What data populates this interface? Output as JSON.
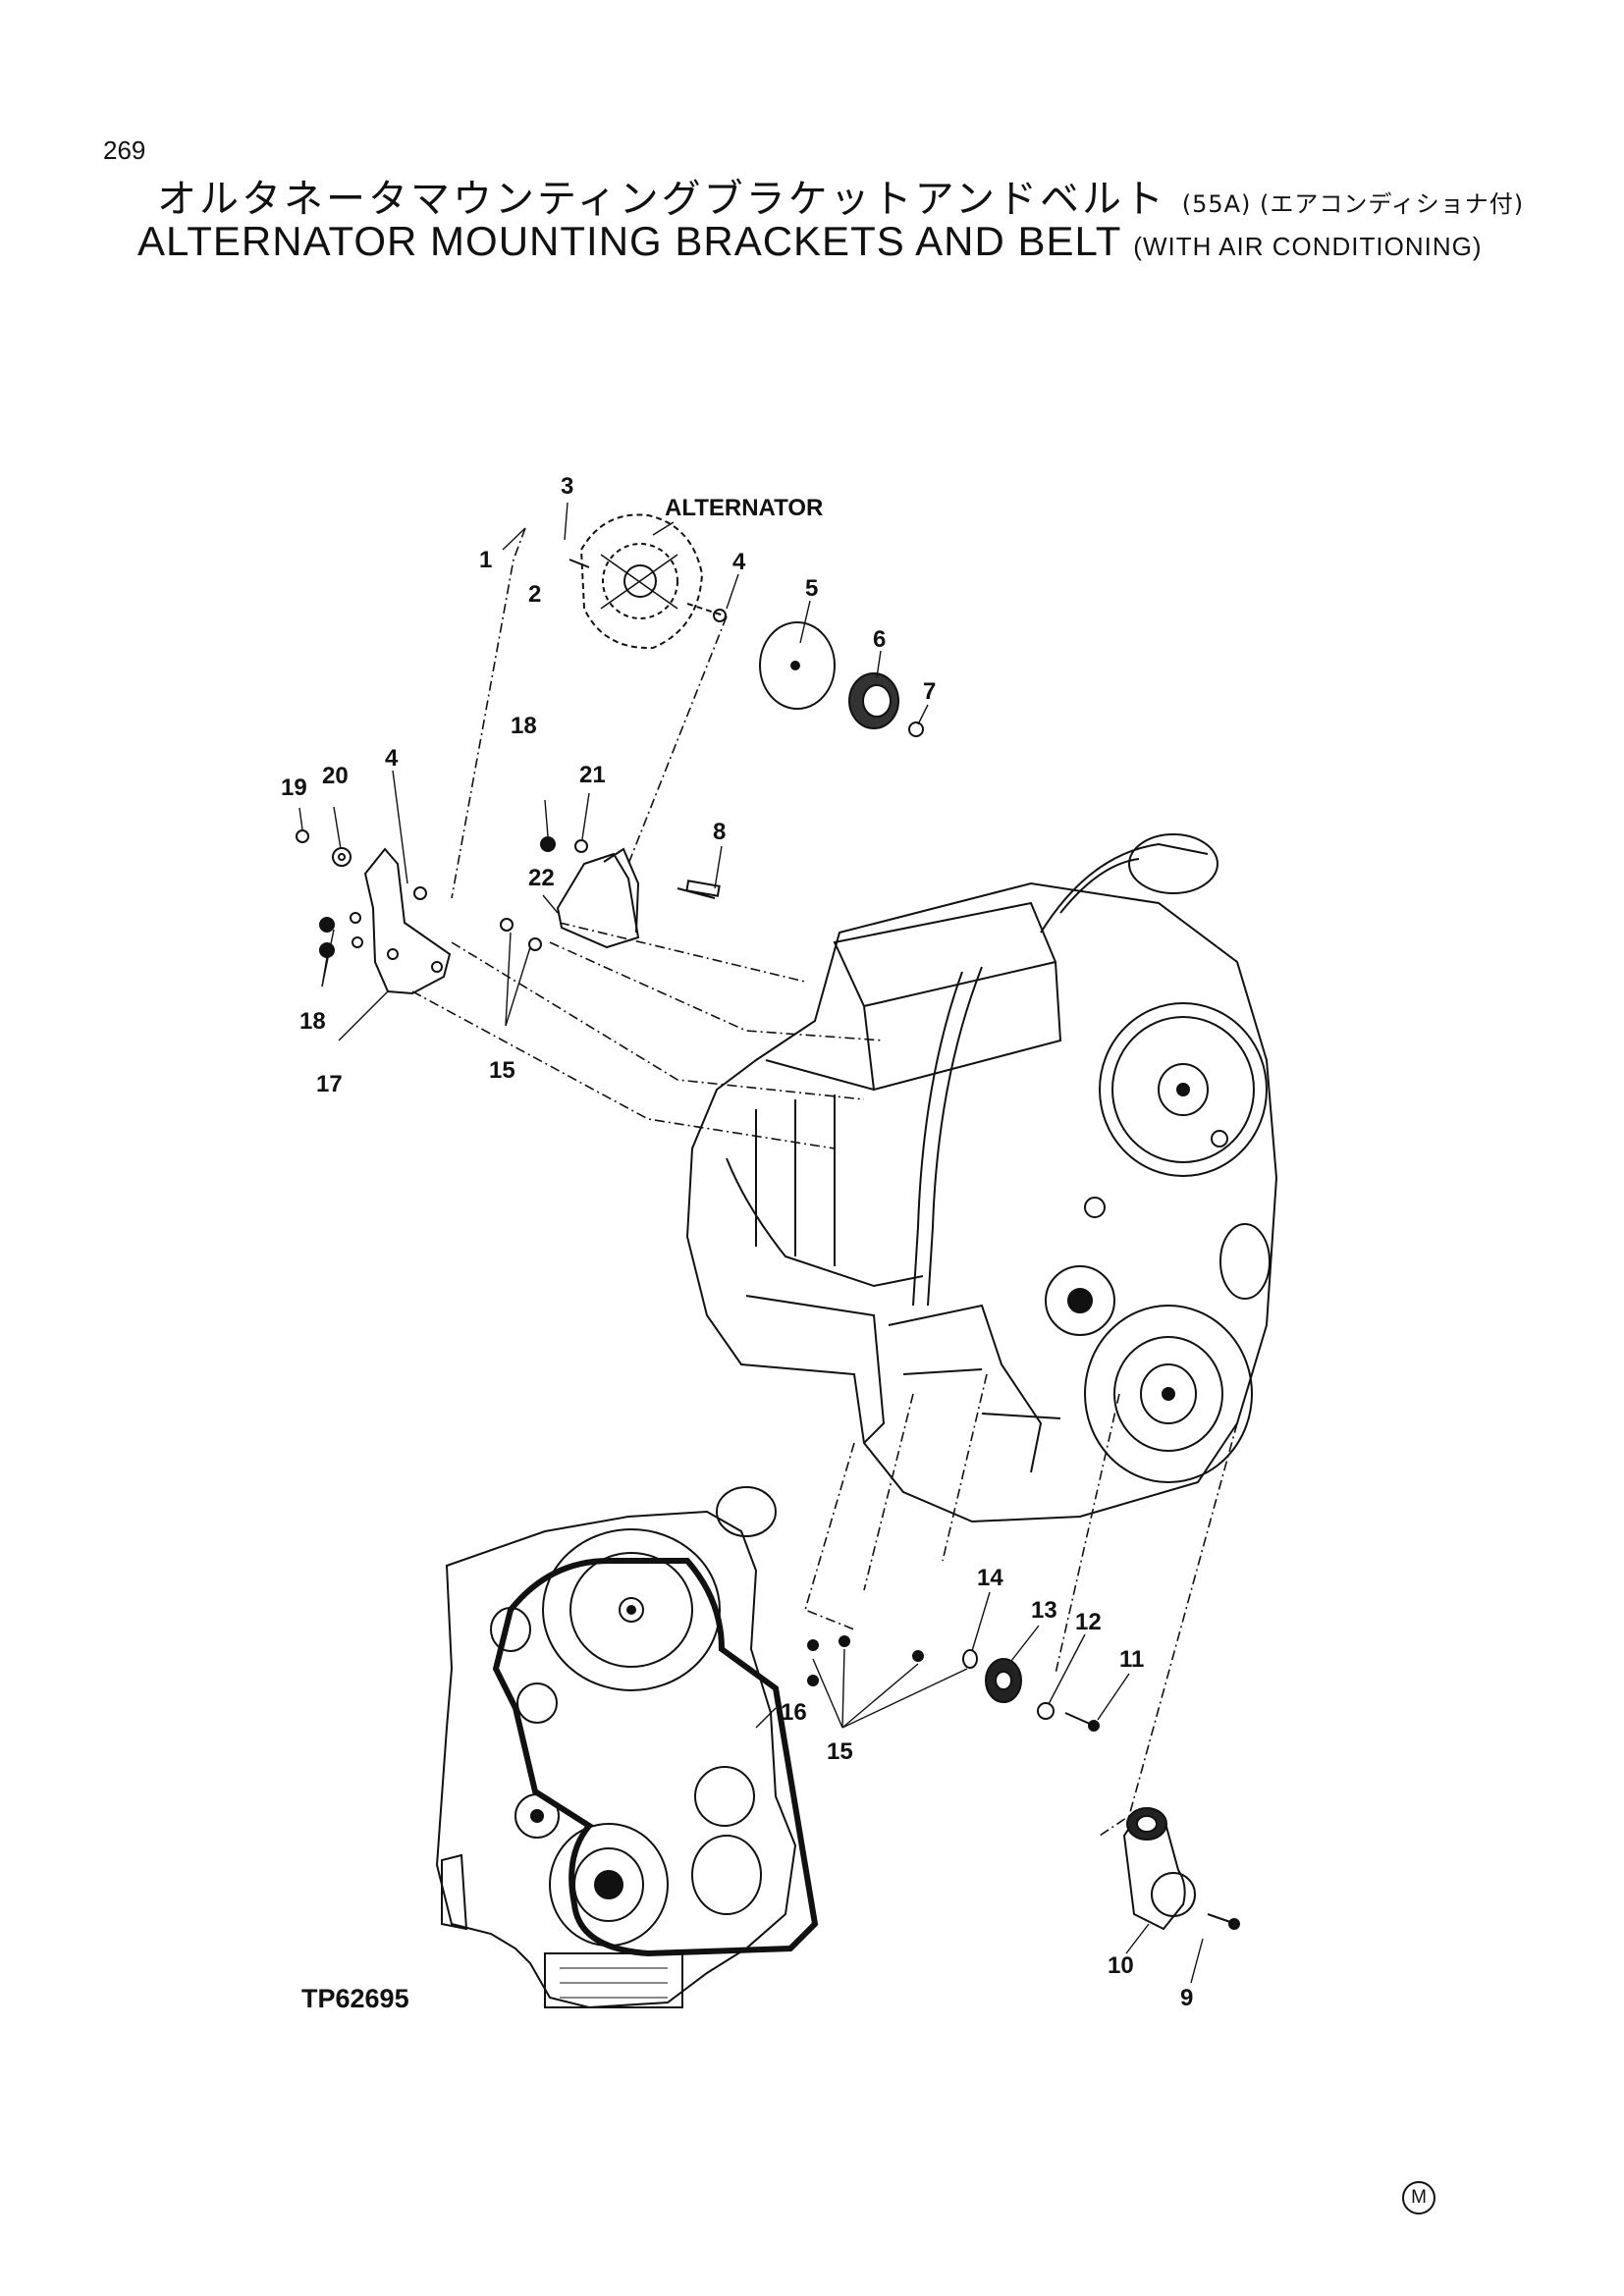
{
  "page": {
    "number": "269",
    "title_jp": "オルタネータマウンティングブラケットアンドベルト",
    "title_jp_suffix": "(55A) (エアコンディショナ付)",
    "title_en": "ALTERNATOR MOUNTING BRACKETS AND BELT",
    "title_en_suffix": "(WITH AIR CONDITIONING)"
  },
  "diagram": {
    "component_label": "ALTERNATOR",
    "reference": "TP62695",
    "mark": "M",
    "callouts": [
      "1",
      "2",
      "3",
      "4",
      "5",
      "6",
      "7",
      "8",
      "9",
      "10",
      "11",
      "12",
      "13",
      "14",
      "15",
      "16",
      "17",
      "18",
      "19",
      "20",
      "21",
      "22"
    ]
  }
}
